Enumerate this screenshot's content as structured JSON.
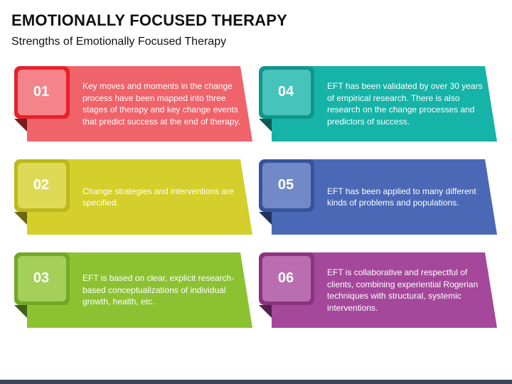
{
  "title": "EMOTIONALLY FOCUSED THERAPY",
  "subtitle": "Strengths of Emotionally Focused Therapy",
  "cards": [
    {
      "number": "01",
      "text": "Key moves and moments in the change process have been mapped into three stages of therapy and key change events that predict success at the end of therapy.",
      "colors": {
        "main": "#f0636a",
        "tab": "#e8202a",
        "tab_light": "#f58f93",
        "fold": "#7a1a1d"
      }
    },
    {
      "number": "02",
      "text": "Change strategies and interventions are specified.",
      "colors": {
        "main": "#d4cf2a",
        "tab": "#bdb81c",
        "tab_light": "#e2de5c",
        "fold": "#6a6810"
      }
    },
    {
      "number": "03",
      "text": "EFT is based on clear, explicit research-based conceptualizations of individual growth, health, etc.",
      "colors": {
        "main": "#8cc232",
        "tab": "#73a823",
        "tab_light": "#aad35f",
        "fold": "#40601a"
      }
    },
    {
      "number": "04",
      "text": "EFT has been validated by over 30 years of empirical research. There is also research on the change processes and predictors of success.",
      "colors": {
        "main": "#15b3a8",
        "tab": "#0f968c",
        "tab_light": "#4cc8bf",
        "fold": "#0b5a54"
      }
    },
    {
      "number": "05",
      "text": "EFT has been applied to many different kinds of problems and populations.",
      "colors": {
        "main": "#4a68b5",
        "tab": "#37539b",
        "tab_light": "#7890cc",
        "fold": "#22305a"
      }
    },
    {
      "number": "06",
      "text": "EFT is collaborative and respectful of clients, combining experiential Rogerian techniques with structural, systemic interventions.",
      "colors": {
        "main": "#a5479b",
        "tab": "#8a3480",
        "tab_light": "#bf74b6",
        "fold": "#52204c"
      }
    }
  ]
}
